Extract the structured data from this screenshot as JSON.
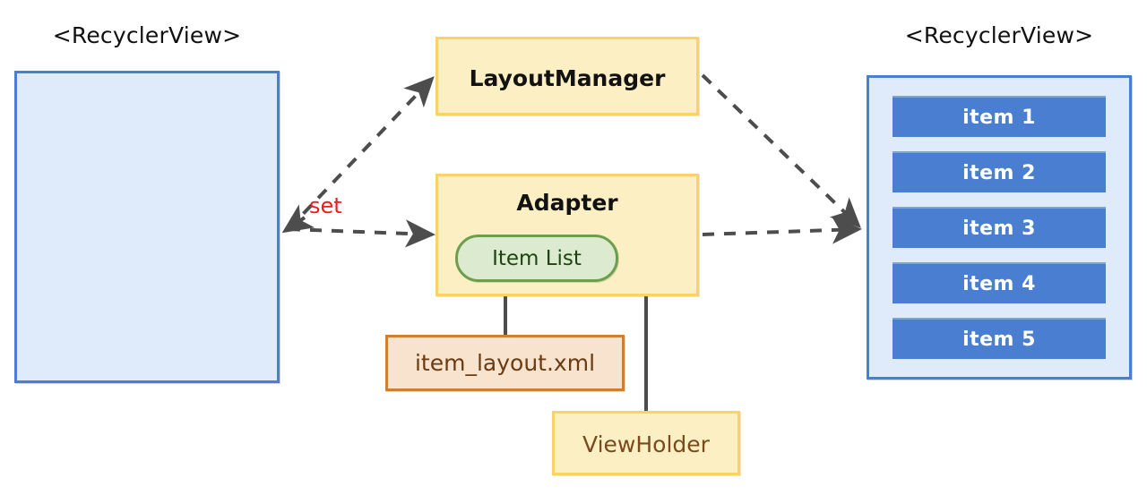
{
  "diagram": {
    "title_left": "<RecyclerView>",
    "title_right": "<RecyclerView>",
    "edge_label_set": "set",
    "colors": {
      "recyclerview_fill": "#dfeafb",
      "recyclerview_border": "#4a7ed0",
      "item_fill": "#4a7ed0",
      "item_text": "#ffffff",
      "yellow_fill": "#fdefc4",
      "yellow_border": "#fbd168",
      "pill_fill": "#dcebd0",
      "pill_border": "#6d9e4e",
      "pill_text": "#1e4414",
      "file_fill": "#f7e3ce",
      "file_border": "#cd7f32",
      "file_text": "#6b3b12",
      "edge_stroke": "#4d4d4d",
      "set_label": "#ee1c1c",
      "squiggle": "#cc2222"
    }
  },
  "left_recyclerview": {
    "label": "<RecyclerView>"
  },
  "right_recyclerview": {
    "label": "<RecyclerView>",
    "items": [
      {
        "label": "item 1"
      },
      {
        "label": "item 2"
      },
      {
        "label": "item 3"
      },
      {
        "label": "item 4"
      },
      {
        "label": "item 5"
      }
    ]
  },
  "layout_manager": {
    "label": "LayoutManager"
  },
  "adapter": {
    "label": "Adapter",
    "item_list": {
      "label": "Item List"
    }
  },
  "item_layout_file": {
    "label": "item_layout.xml",
    "has_spellcheck_underline": true
  },
  "view_holder": {
    "label": "ViewHolder"
  }
}
